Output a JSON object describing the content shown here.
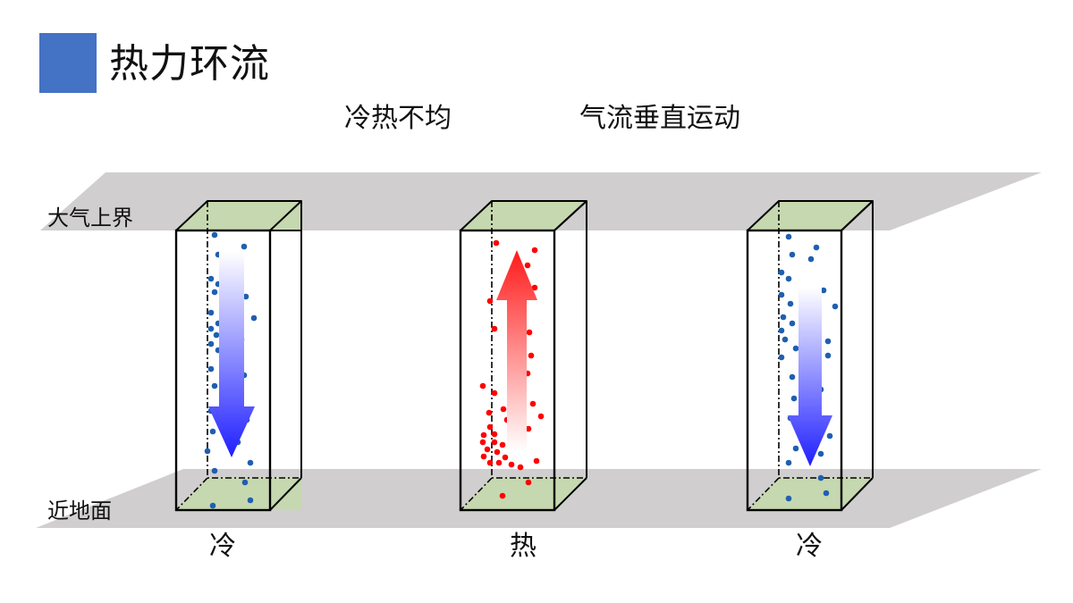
{
  "title": "热力环流",
  "subtitles": {
    "left": "冷热不均",
    "right": "气流垂直运动"
  },
  "layers": {
    "top": "大气上界",
    "bottom": "近地面"
  },
  "columns": [
    {
      "label": "冷",
      "flow": "down"
    },
    {
      "label": "热",
      "flow": "up"
    },
    {
      "label": "冷",
      "flow": "down"
    }
  ],
  "colors": {
    "title_square": "#4472C4",
    "plane": "#D0CECE",
    "box_face": "#C6D8AF",
    "cold_particle": "#1F5FB0",
    "hot_particle": "#FF0000",
    "cold_arrow": "#1F1FFF",
    "hot_arrow": "#FF2020"
  }
}
